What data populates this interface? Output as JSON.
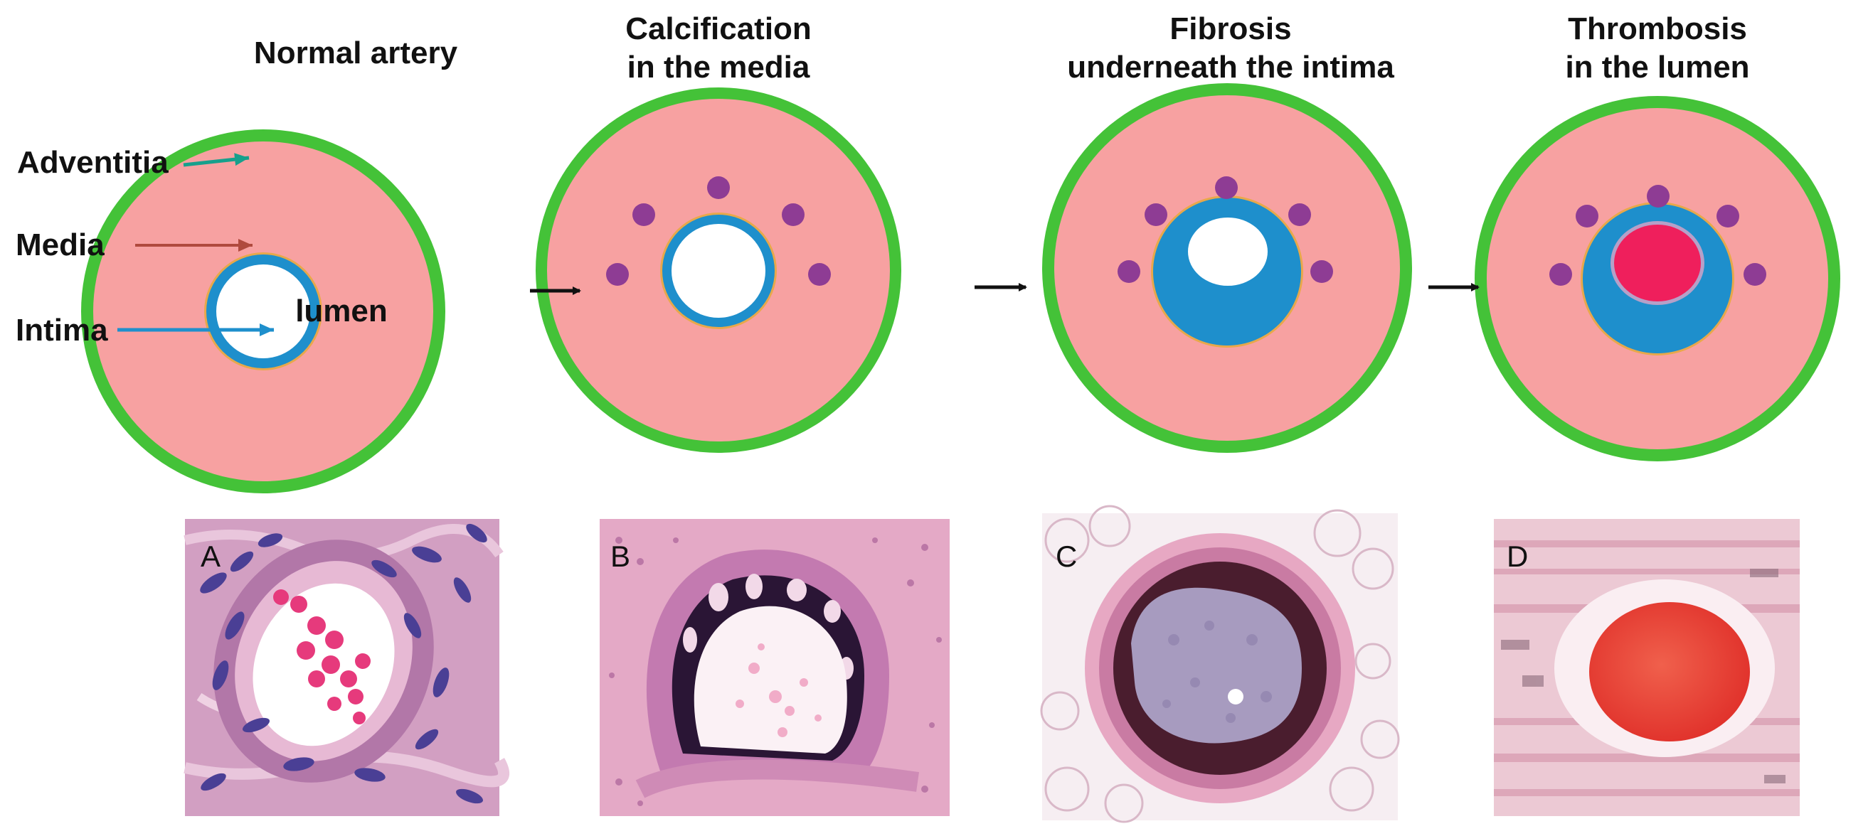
{
  "titles": {
    "normal": [
      "Normal artery"
    ],
    "calcification": [
      "Calcification",
      "in the media"
    ],
    "fibrosis": [
      "Fibrosis",
      "underneath the intima"
    ],
    "thrombosis": [
      "Thrombosis",
      "in the lumen"
    ]
  },
  "layer_labels": {
    "adventitia": "Adventitia",
    "media": "Media",
    "intima": "Intima",
    "lumen": "lumen"
  },
  "panel_letters": [
    "A",
    "B",
    "C",
    "D"
  ],
  "colors": {
    "adventitia": "#44c238",
    "media": "#f7a1a1",
    "intima_ring": "#1e8fcc",
    "intima_border": "#e8a84a",
    "lumen": "#ffffff",
    "calcification_dot": "#8e3c94",
    "thrombus": "#ef1f5c",
    "arrow_adventitia": "#17a08c",
    "arrow_media": "#b04a3e",
    "arrow_intima": "#1e8fcc"
  }
}
